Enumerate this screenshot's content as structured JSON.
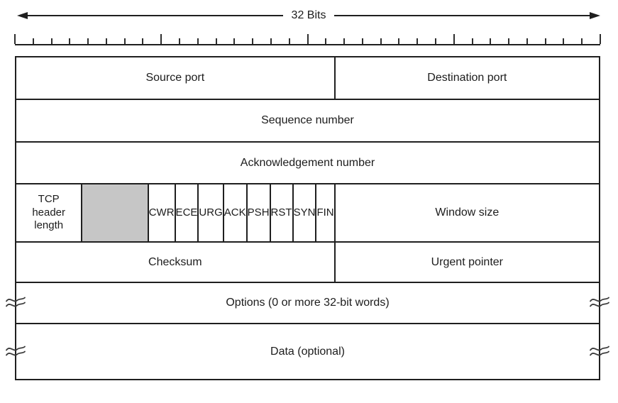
{
  "ruler": {
    "bits_label": "32 Bits",
    "bit_count": 32,
    "major_tick_every": 8
  },
  "fields": {
    "source_port": "Source port",
    "destination_port": "Destination port",
    "sequence_number": "Sequence number",
    "acknowledgement_number": "Acknowledgement number",
    "tcp_header_length": "TCP header length",
    "window_size": "Window size",
    "checksum": "Checksum",
    "urgent_pointer": "Urgent pointer",
    "options": "Options (0 or more 32-bit words)",
    "data": "Data (optional)"
  },
  "flags": [
    "CWR",
    "ECE",
    "URG",
    "ACK",
    "PSH",
    "RST",
    "SYN",
    "FIN"
  ],
  "colors": {
    "line": "#1f1f1f",
    "reserved_fill": "#c6c6c6",
    "background": "#ffffff"
  }
}
